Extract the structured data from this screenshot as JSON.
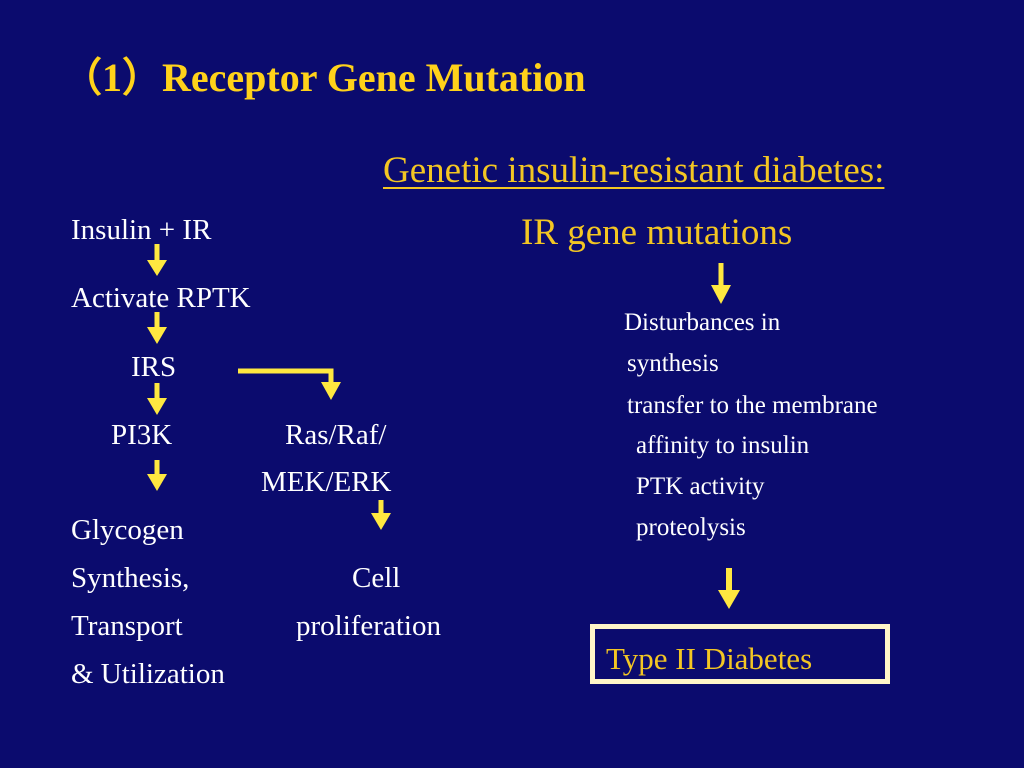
{
  "title": "（1）Receptor Gene Mutation",
  "left_pathway": {
    "insulin_ir": "Insulin + IR",
    "activate_rptk": "Activate RPTK",
    "irs": "IRS",
    "pi3k": "PI3K",
    "ras_raf": "Ras/Raf/",
    "mek_erk": "MEK/ERK",
    "glycogen_lines": [
      "Glycogen",
      "Synthesis,",
      "Transport",
      "& Utilization"
    ],
    "cell_lines": [
      "Cell",
      "proliferation"
    ]
  },
  "right_pathway": {
    "heading": "Genetic insulin-resistant diabetes:",
    "ir_gene": "IR gene mutations",
    "disturbances": "Disturbances in",
    "items": [
      "synthesis",
      "transfer to the membrane",
      "affinity to insulin",
      "PTK activity",
      "proteolysis"
    ],
    "outcome": "Type II  Diabetes"
  },
  "colors": {
    "background": "#0b0b6e",
    "title": "#ffd21a",
    "accent_text": "#f3c623",
    "arrow": "#ffe840",
    "box_border": "#fff6c8"
  }
}
